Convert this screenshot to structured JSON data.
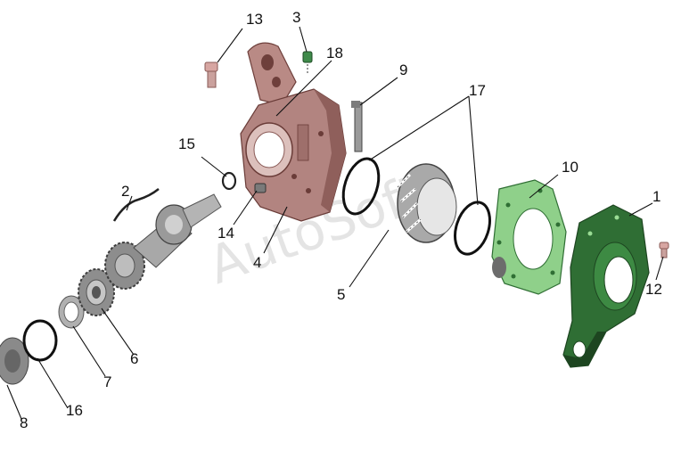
{
  "watermark": "AutoSoft",
  "callouts": {
    "c1": "1",
    "c2": "2",
    "c3": "3",
    "c4": "4",
    "c5": "5",
    "c6": "6",
    "c7": "7",
    "c8": "8",
    "c9": "9",
    "c10": "10",
    "c12": "12",
    "c13": "13",
    "c14": "14",
    "c15": "15",
    "c16": "16",
    "c17": "17",
    "c18": "18"
  },
  "colors": {
    "housing": "#b98a85",
    "housing_dark": "#7a4a46",
    "cover": "#2f6e34",
    "cover_dark": "#1d4520",
    "gasket": "#8fd08a",
    "metal": "#9a9a9a",
    "metal_dark": "#5a5a5a"
  }
}
